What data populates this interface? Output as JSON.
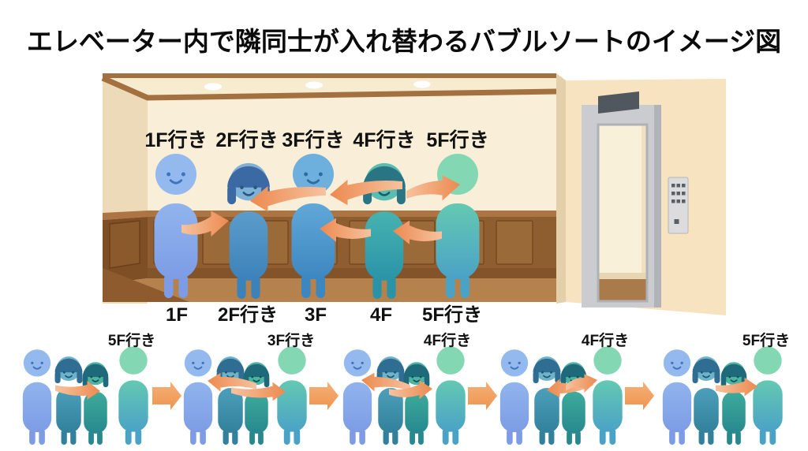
{
  "title": "エレベーター内で隣同士が入れ替わるバブルソートのイメージ図",
  "elevator_scene": {
    "passengers": [
      {
        "destination_label": "1F行き",
        "position_label": "1F",
        "type": "man-lightblue"
      },
      {
        "destination_label": "2F行き",
        "position_label": "2F行き",
        "type": "woman-blue"
      },
      {
        "destination_label": "3F行き",
        "position_label": "3F",
        "type": "man-blue"
      },
      {
        "destination_label": "4F行き",
        "position_label": "4F",
        "type": "woman-teal"
      },
      {
        "destination_label": "5F行き",
        "position_label": "5F行き",
        "type": "person-green"
      }
    ],
    "swap_arrows": [
      {
        "from": 1,
        "to": 2,
        "row": "lower",
        "direction": "right"
      },
      {
        "from": 3,
        "to": 2,
        "row": "upper",
        "direction": "left"
      },
      {
        "from": 4,
        "to": 3,
        "row": "upper",
        "direction": "left"
      },
      {
        "from": 4,
        "to": 5,
        "row": "upper",
        "direction": "right"
      },
      {
        "from": 4,
        "to": 3,
        "row": "lower",
        "direction": "left"
      },
      {
        "from": 5,
        "to": 4,
        "row": "lower",
        "direction": "left"
      }
    ]
  },
  "sequence": {
    "steps": [
      {
        "label": "5F行き",
        "swap": "single-right"
      },
      {
        "label": "3F行き",
        "swap": "cross"
      },
      {
        "label": "4F行き",
        "swap": "cross"
      },
      {
        "label": "4F行き",
        "swap": "cross"
      },
      {
        "label": "5F行き",
        "swap": "single-right"
      }
    ],
    "lineup_types": [
      "man-lightblue",
      "woman-blue-small",
      "woman-teal-small",
      "person-green"
    ]
  },
  "person_types": {
    "man-lightblue": {
      "head": "#93b9ee",
      "body_top": "#91b4ed",
      "body_bottom": "#7d9ce5",
      "face": "#3f74bd"
    },
    "woman-blue": {
      "head": "#7fb0d6",
      "body_top": "#5b9ccb",
      "body_bottom": "#3c82ba",
      "hair": "#3b69a4",
      "face": "#27597f"
    },
    "man-blue": {
      "head": "#6db0dd",
      "body_top": "#60a8d8",
      "body_bottom": "#3d87c0",
      "face": "#2b6da3"
    },
    "woman-teal": {
      "head": "#5abdb0",
      "body_top": "#46b3b0",
      "body_bottom": "#2a93a8",
      "hair": "#2a7584",
      "face": "#155f6e"
    },
    "person-green": {
      "head": "#83d8b3",
      "body_top": "#64c9b2",
      "body_bottom": "#4aa2c6"
    },
    "woman-blue-small": {
      "head": "#6fb3c8",
      "body_top": "#4c9fba",
      "body_bottom": "#32809c",
      "hair": "#2f6d92",
      "face": "#1d5570"
    },
    "woman-teal-small": {
      "head": "#4db4a2",
      "body_top": "#3dab9c",
      "body_bottom": "#27888e",
      "hair": "#1e6a7a",
      "face": "#124f5c"
    }
  },
  "palette": {
    "arrow_light": "#f7c29e",
    "arrow_dark": "#ec8a50",
    "separator_light": "#f6b077",
    "separator_dark": "#ee9450",
    "wall": "#f9efd8",
    "side_wall": "#ecdab8",
    "ceiling": "#f8ecd0",
    "trim": "#a3713f",
    "wainscot_rail": "#ad7543",
    "wainscot": "#8f5e30",
    "wainscot_base": "#83532a",
    "wainscot_left": "#7e4e25",
    "floor": "#b5824e",
    "floor_edge": "#8e5b2e",
    "edge_strip": "#e3d0ab",
    "exterior_wall": "#f7e3bf",
    "door_frame": "#cbccd0",
    "door_frame_shade": "#b2b3b8",
    "door_opening": "#f9f0da",
    "door_skirt": "#e8d6b2",
    "door_floor": "#aa7b4a",
    "door_display": "#51575f",
    "button_panel": "#dcdcde",
    "button": "#595f66"
  }
}
